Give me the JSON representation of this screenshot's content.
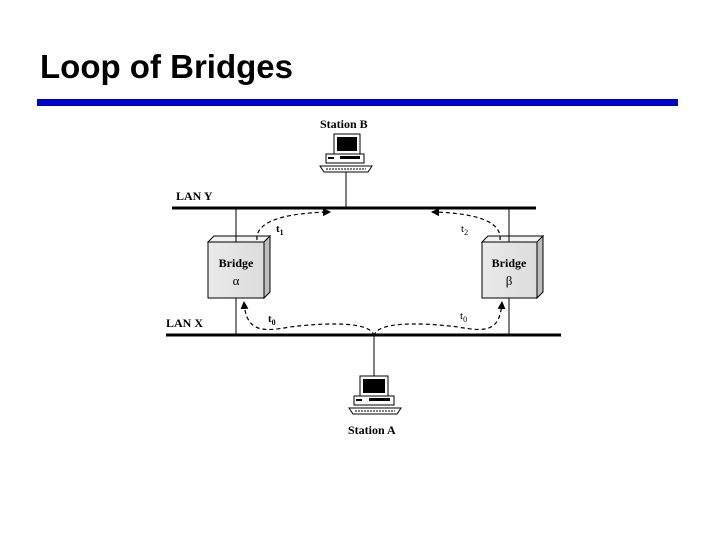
{
  "slide": {
    "title": "Loop of Bridges",
    "accent_color": "#0000cc"
  },
  "diagram": {
    "lan_y_label": "LAN Y",
    "lan_x_label": "LAN X",
    "station_b_label": "Station B",
    "station_a_label": "Station A",
    "bridge_alpha": {
      "label": "Bridge",
      "symbol": "α"
    },
    "bridge_beta": {
      "label": "Bridge",
      "symbol": "β"
    },
    "arrows": {
      "t1": {
        "letter": "t",
        "sub": "1"
      },
      "t2": {
        "letter": "t",
        "sub": "2"
      },
      "t0_left": {
        "letter": "t",
        "sub": "0"
      },
      "t0_right": {
        "letter": "t",
        "sub": "0"
      }
    },
    "icons": [
      "computer-icon",
      "computer-icon"
    ]
  }
}
